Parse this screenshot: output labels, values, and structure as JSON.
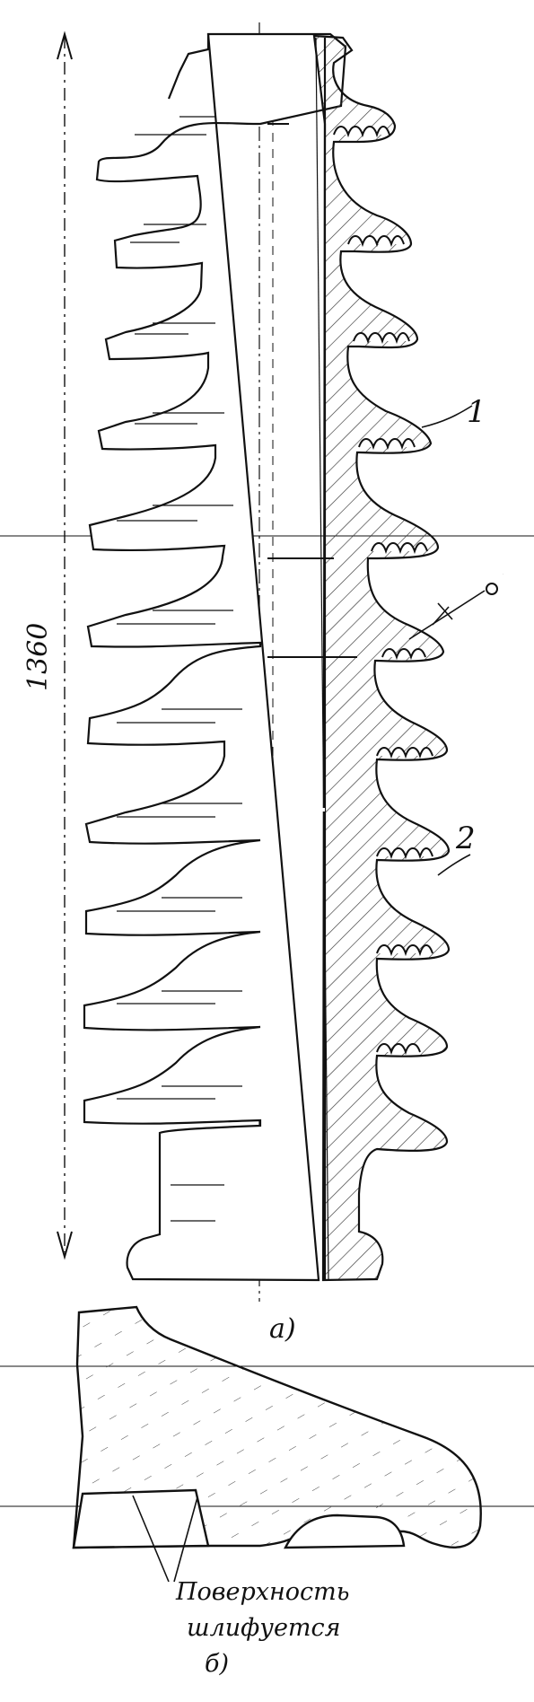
{
  "figure": {
    "dimension_label": "1360",
    "callout_1": "1",
    "callout_2": "2",
    "callout_point": "o",
    "caption_a": "а)",
    "note_line_1": "Поверхность",
    "note_line_2": "шлифуется",
    "caption_b": "б)"
  },
  "colors": {
    "ink": "#111111",
    "hatch": "#333333",
    "paper": "#ffffff"
  }
}
